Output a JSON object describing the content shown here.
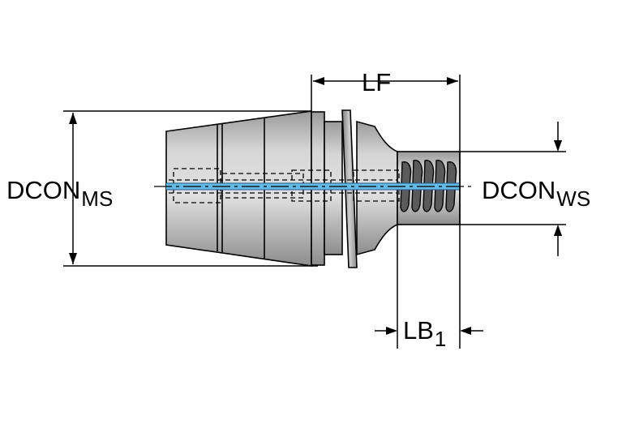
{
  "labels": {
    "lf": "LF",
    "dcon_ms": {
      "main": "DCON",
      "sub": "MS"
    },
    "dcon_ws": {
      "main": "DCON",
      "sub": "WS"
    },
    "lb": {
      "main": "LB",
      "sub": "1"
    }
  },
  "colors": {
    "line": "#000000",
    "body_light": "#d4d4d4",
    "body_mid": "#b2b2b2",
    "body_dark": "#8f8f8f",
    "coolant": "#66b8e6"
  }
}
